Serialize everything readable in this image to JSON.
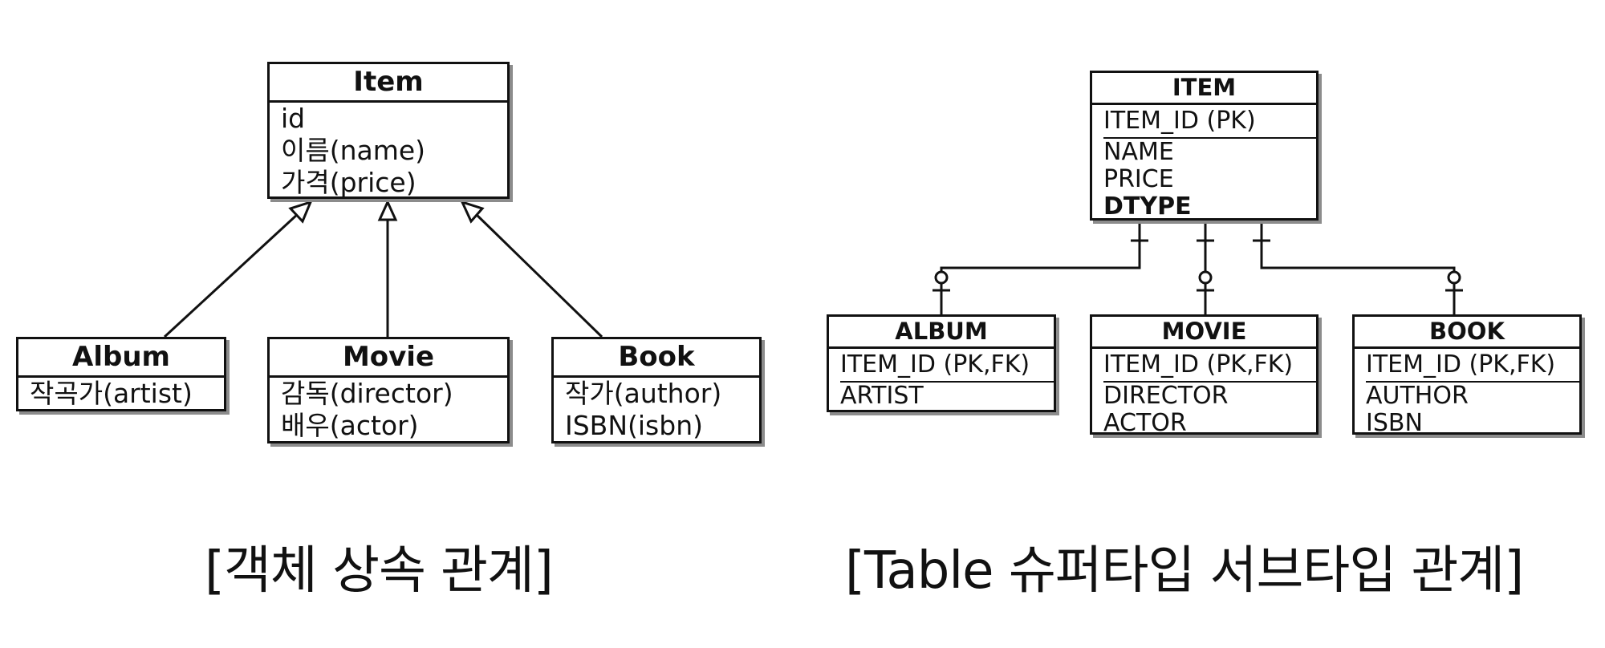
{
  "class_diagram": {
    "item": {
      "title": "Item",
      "fields": [
        "id",
        "이름(name)",
        "가격(price)"
      ]
    },
    "album": {
      "title": "Album",
      "fields": [
        "작곡가(artist)"
      ]
    },
    "movie": {
      "title": "Movie",
      "fields": [
        "감독(director)",
        "배우(actor)"
      ]
    },
    "book": {
      "title": "Book",
      "fields": [
        "작가(author)",
        "ISBN(isbn)"
      ]
    },
    "caption": "[객체 상속 관계]"
  },
  "table_diagram": {
    "item": {
      "title": "ITEM",
      "pk": "ITEM_ID (PK)",
      "columns": [
        "NAME",
        "PRICE",
        "DTYPE"
      ]
    },
    "album": {
      "title": "ALBUM",
      "pk": "ITEM_ID (PK,FK)",
      "columns": [
        "ARTIST"
      ]
    },
    "movie": {
      "title": "MOVIE",
      "pk": "ITEM_ID (PK,FK)",
      "columns": [
        "DIRECTOR",
        "ACTOR"
      ]
    },
    "book": {
      "title": "BOOK",
      "pk": "ITEM_ID (PK,FK)",
      "columns": [
        "AUTHOR",
        "ISBN"
      ]
    },
    "caption": "[Table 슈퍼타입 서브타입 관계]"
  }
}
